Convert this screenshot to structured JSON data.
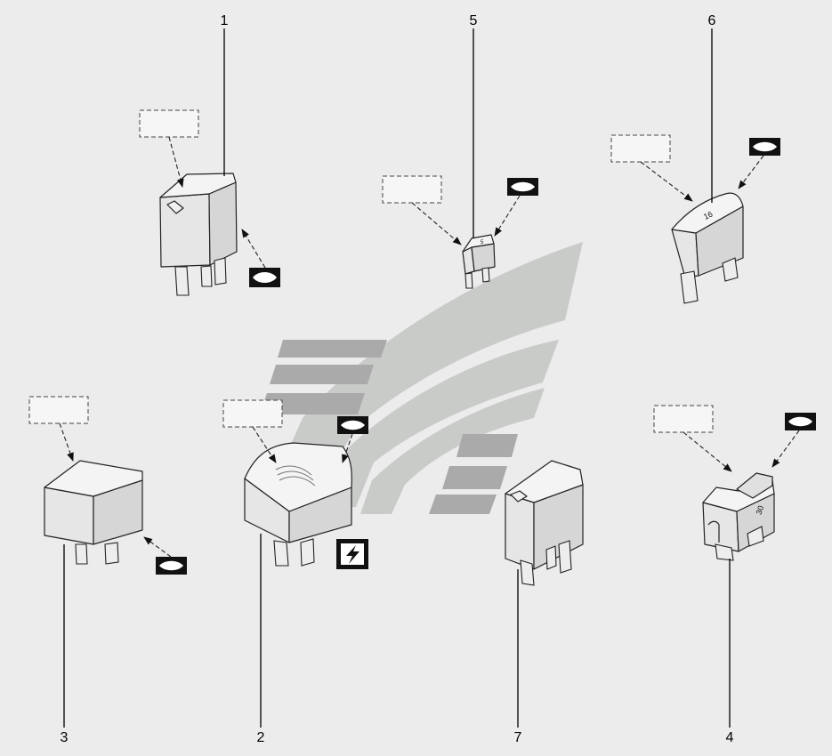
{
  "callouts": {
    "c1": "1",
    "c2": "2",
    "c3": "3",
    "c4": "4",
    "c5": "5",
    "c6": "6",
    "c7": "7"
  },
  "fuse_ratings": {
    "f6": "16",
    "f4": "30"
  },
  "colors": {
    "background": "#ececec",
    "watermark": "#c9cbc9",
    "watermark_dark": "#a9aaa9",
    "line": "#000000"
  },
  "icons": [
    "relay-icon",
    "blade-fuse-icon",
    "mini-fuse-icon",
    "maxi-fuse-icon",
    "high-voltage-symbol-icon",
    "vehicle-symbol-icon"
  ]
}
